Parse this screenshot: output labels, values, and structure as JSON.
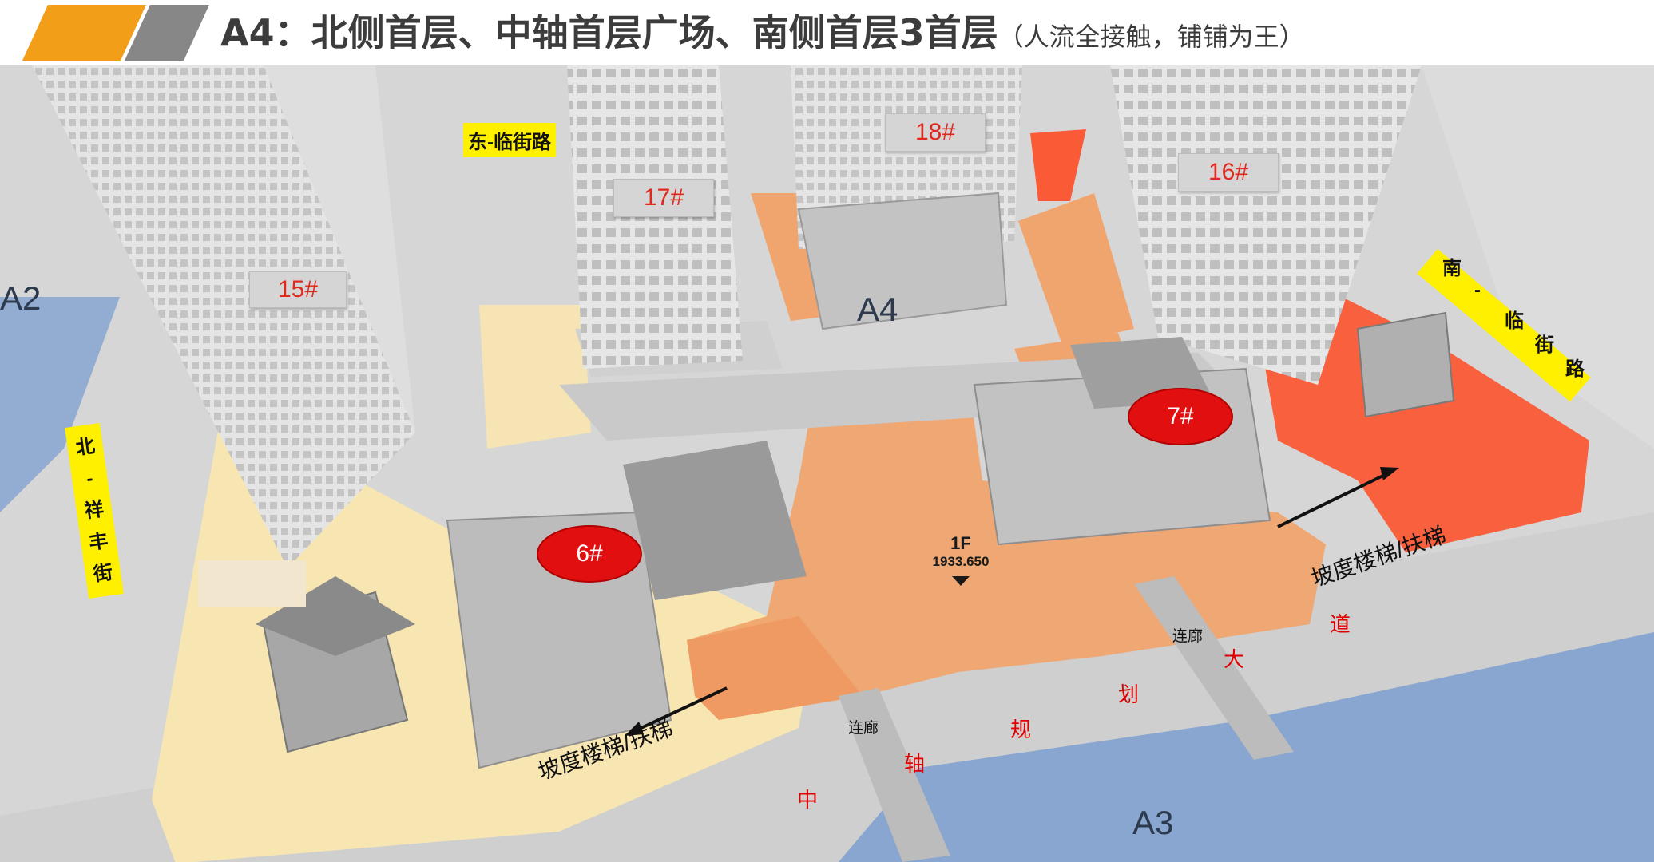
{
  "header": {
    "title": "A4：北侧首层、中轴首层广场、南侧首层3首层",
    "subtitle": "（人流全接触，铺铺为王）",
    "accent_colors": [
      "#f29e18",
      "#878787"
    ]
  },
  "map": {
    "zones": {
      "a2": "A2",
      "a3": "A3",
      "a4": "A4"
    },
    "buildings": {
      "b15": "15#",
      "b16": "16#",
      "b17": "17#",
      "b18": "18#",
      "b6": "6#",
      "b7": "7#"
    },
    "streets": {
      "east": "东-临街路",
      "north": [
        "北",
        "-",
        "祥",
        "丰",
        "街"
      ],
      "south": [
        "南",
        "-",
        "临",
        "街",
        "路"
      ],
      "axis": [
        "中",
        "轴",
        "规",
        "划",
        "大",
        "道"
      ]
    },
    "stairs": {
      "left": "坡度楼梯/扶梯",
      "right": "坡度楼梯/扶梯"
    },
    "corridors": {
      "left": "连廊",
      "right": "连廊"
    },
    "floor": {
      "level": "1F",
      "elevation": "1933.650"
    },
    "colors": {
      "plaza_orange": "#f0a46e",
      "south_red": "#fa5a36",
      "north_yellow": "#f9e6b0",
      "zone_blue": "#7b9fcf",
      "label_red": "#e0281e"
    }
  }
}
